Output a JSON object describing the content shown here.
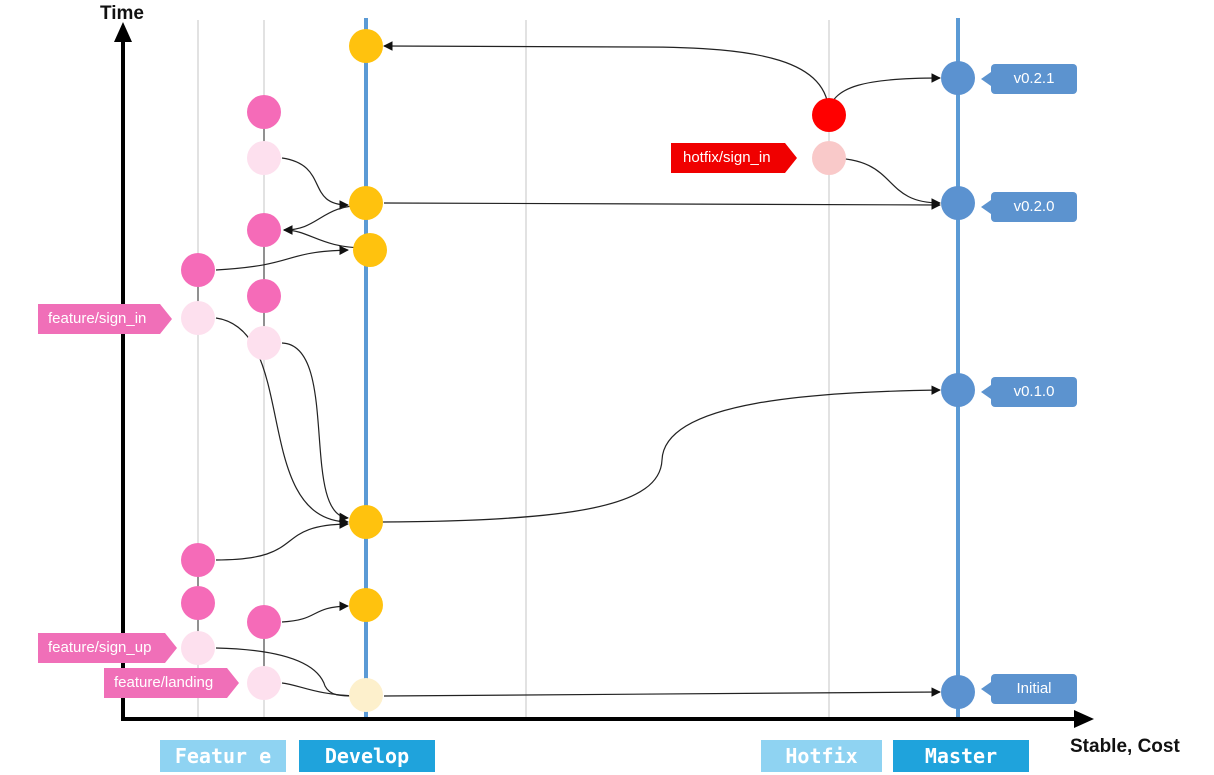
{
  "axes": {
    "y_label": "Time",
    "x_label": "Stable, Cost"
  },
  "colors": {
    "develop_commit": "#ffc20e",
    "feature_commit": "#f56bb8",
    "feature_branch_start": "#fde0ee",
    "hotfix_commit": "#ff0000",
    "hotfix_branch_start": "#f9c9c9",
    "master_commit": "#5b92d0",
    "branch_line": "#5b9ad5",
    "grid_line": "#d9d9d9"
  },
  "version_tags": [
    {
      "label": "v0.2.1"
    },
    {
      "label": "v0.2.0"
    },
    {
      "label": "v0.1.0"
    },
    {
      "label": "Initial"
    }
  ],
  "branch_labels": {
    "hotfix_sign_in": "hotfix/sign_in",
    "feature_sign_in": "feature/sign_in",
    "feature_sign_up": "feature/sign_up",
    "feature_landing": "feature/landing"
  },
  "lanes": {
    "feature": "Featur e",
    "develop": "Develop",
    "hotfix": "Hotfix",
    "master": "Master"
  }
}
